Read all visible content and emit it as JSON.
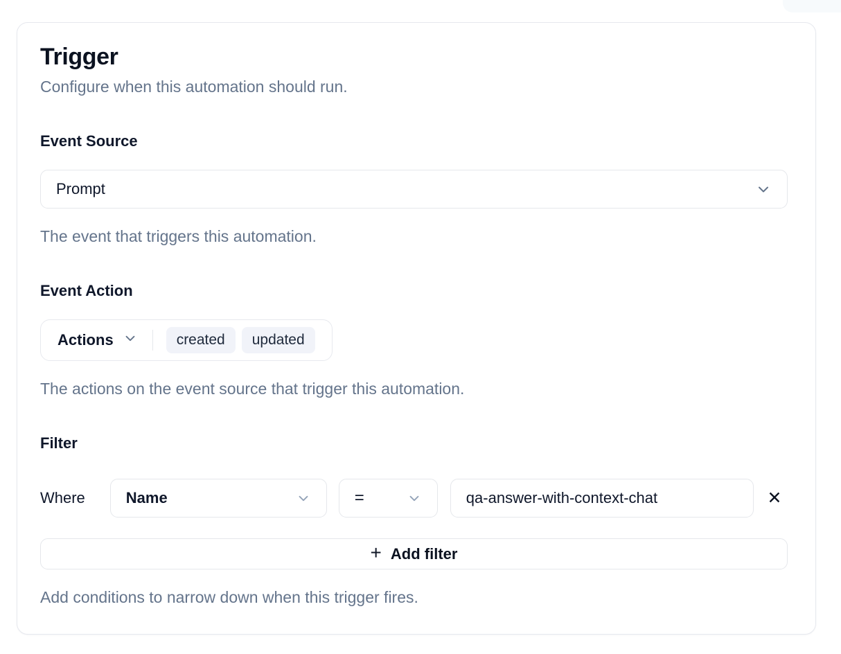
{
  "panel": {
    "title": "Trigger",
    "subtitle": "Configure when this automation should run."
  },
  "event_source": {
    "label": "Event Source",
    "value": "Prompt",
    "help": "The event that triggers this automation."
  },
  "event_action": {
    "label": "Event Action",
    "dropdown_label": "Actions",
    "selected": [
      "created",
      "updated"
    ],
    "help": "The actions on the event source that trigger this automation."
  },
  "filter": {
    "label": "Filter",
    "where_label": "Where",
    "field_value": "Name",
    "operator_value": "=",
    "value": "qa-answer-with-context-chat",
    "add_filter_label": "Add filter",
    "help": "Add conditions to narrow down when this trigger fires."
  },
  "icons": {
    "chevron_down": "⌄",
    "plus": "+",
    "close": "✕"
  },
  "colors": {
    "border": "#e5e7eb",
    "text": "#0f172a",
    "muted": "#64748b",
    "tag_background": "#f1f3f9"
  }
}
